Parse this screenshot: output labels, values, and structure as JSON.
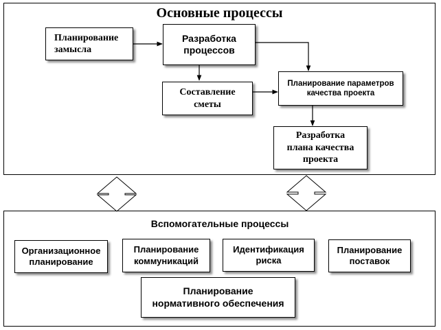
{
  "main_panel": {
    "title": "Основные процессы",
    "boxes": {
      "concept_planning": "Планирование\nзамысла",
      "process_development": "Разработка\nпроцессов",
      "estimate_preparation": "Составление\nсметы",
      "quality_parameters_planning": "Планирование параметров\nкачества проекта",
      "quality_plan_development": "Разработка\nплана качества\nпроекта"
    }
  },
  "support_panel": {
    "title": "Вспомогательные процессы",
    "boxes": {
      "organizational_planning": "Организационное\nпланирование",
      "communications_planning": "Планирование\nкоммуникаций",
      "risk_identification": "Идентификация\nриска",
      "supply_planning": "Планирование\nпоставок",
      "regulatory_support_planning": "Планирование\nнормативного обеспечения"
    }
  }
}
